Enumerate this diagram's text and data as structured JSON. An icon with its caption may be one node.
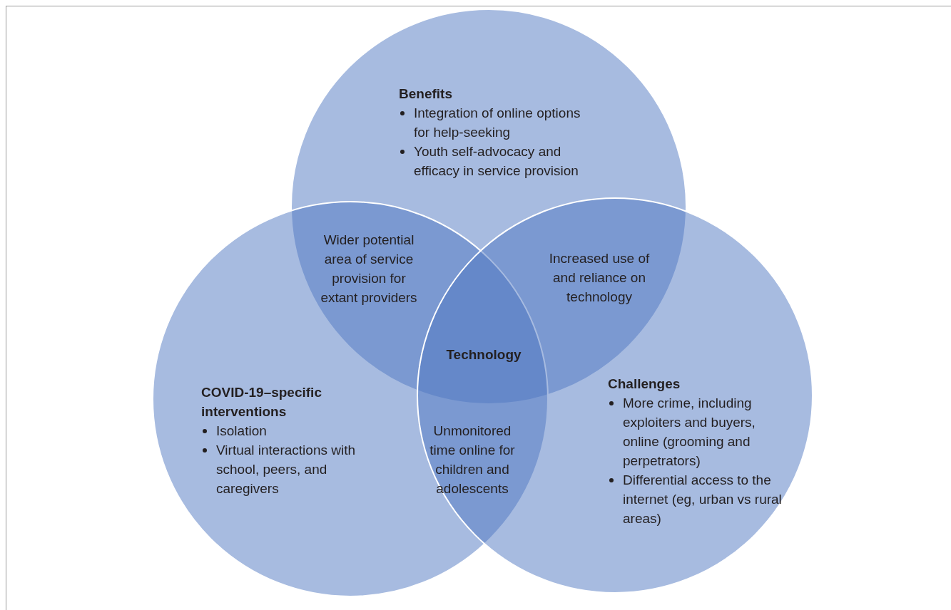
{
  "diagram": {
    "nodes": [
      {
        "text": [
          "Benefits",
          "Integration of online options for help-seeking",
          "Youth self-advocacy and efficacy in service provision"
        ]
      },
      {
        "text": [
          "COVID-19–specific interventions",
          "Isolation",
          "Virtual interactions with school, peers, and caregivers"
        ]
      },
      {
        "text": [
          "Challenges",
          "More crime, including exploiters and buyers, online (grooming and perpetrators)",
          "Differential access to the internet (eg, urban vs rural areas)"
        ]
      },
      {
        "text": [
          "Wider potential area of service provision for extant providers"
        ]
      },
      {
        "text": [
          "Increased use of and reliance on technology"
        ]
      },
      {
        "text": [
          "Technology"
        ]
      },
      {
        "text": [
          "Unmonitored time online for children and adolescents"
        ]
      }
    ]
  }
}
